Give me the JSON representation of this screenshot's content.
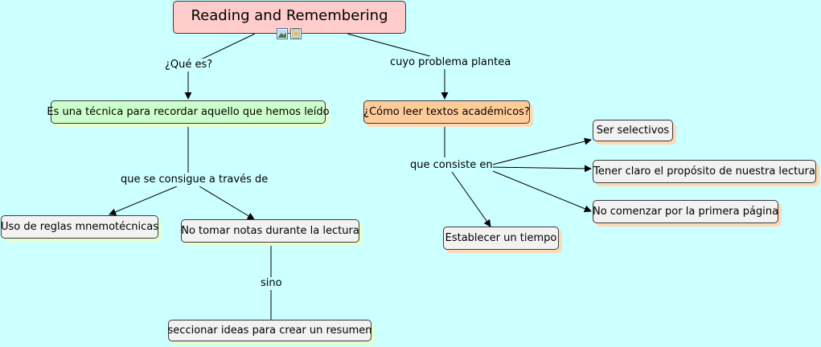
{
  "colors": {
    "background": "#ccffff",
    "title_fill": "#ffcccc",
    "definition_fill": "#ccffcc",
    "question_fill": "#ffcc99",
    "plain_fill": "#f2f2f2",
    "line": "#000000"
  },
  "title": "Reading and Remembering",
  "title_icons": [
    "image-icon",
    "notes-icon"
  ],
  "links": {
    "what_is": "¿Qué es?",
    "problem": "cuyo problema plantea",
    "achieved_by": "que se consigue a través de",
    "consists_of": "que consiste en",
    "but": "sino"
  },
  "nodes": {
    "definition": "Es una técnica para recordar aquello que hemos leído",
    "question": "¿Cómo leer textos académicos?",
    "mnemonics": "Uso de reglas mnemotécnicas",
    "no_notes": "No tomar notas durante la lectura",
    "summary": "seccionar ideas para crear un resumen",
    "selective": "Ser selectivos",
    "purpose": "Tener claro el propósito de nuestra lectura",
    "first_page": "No comenzar por la primera página",
    "time": "Establecer un tiempo"
  }
}
